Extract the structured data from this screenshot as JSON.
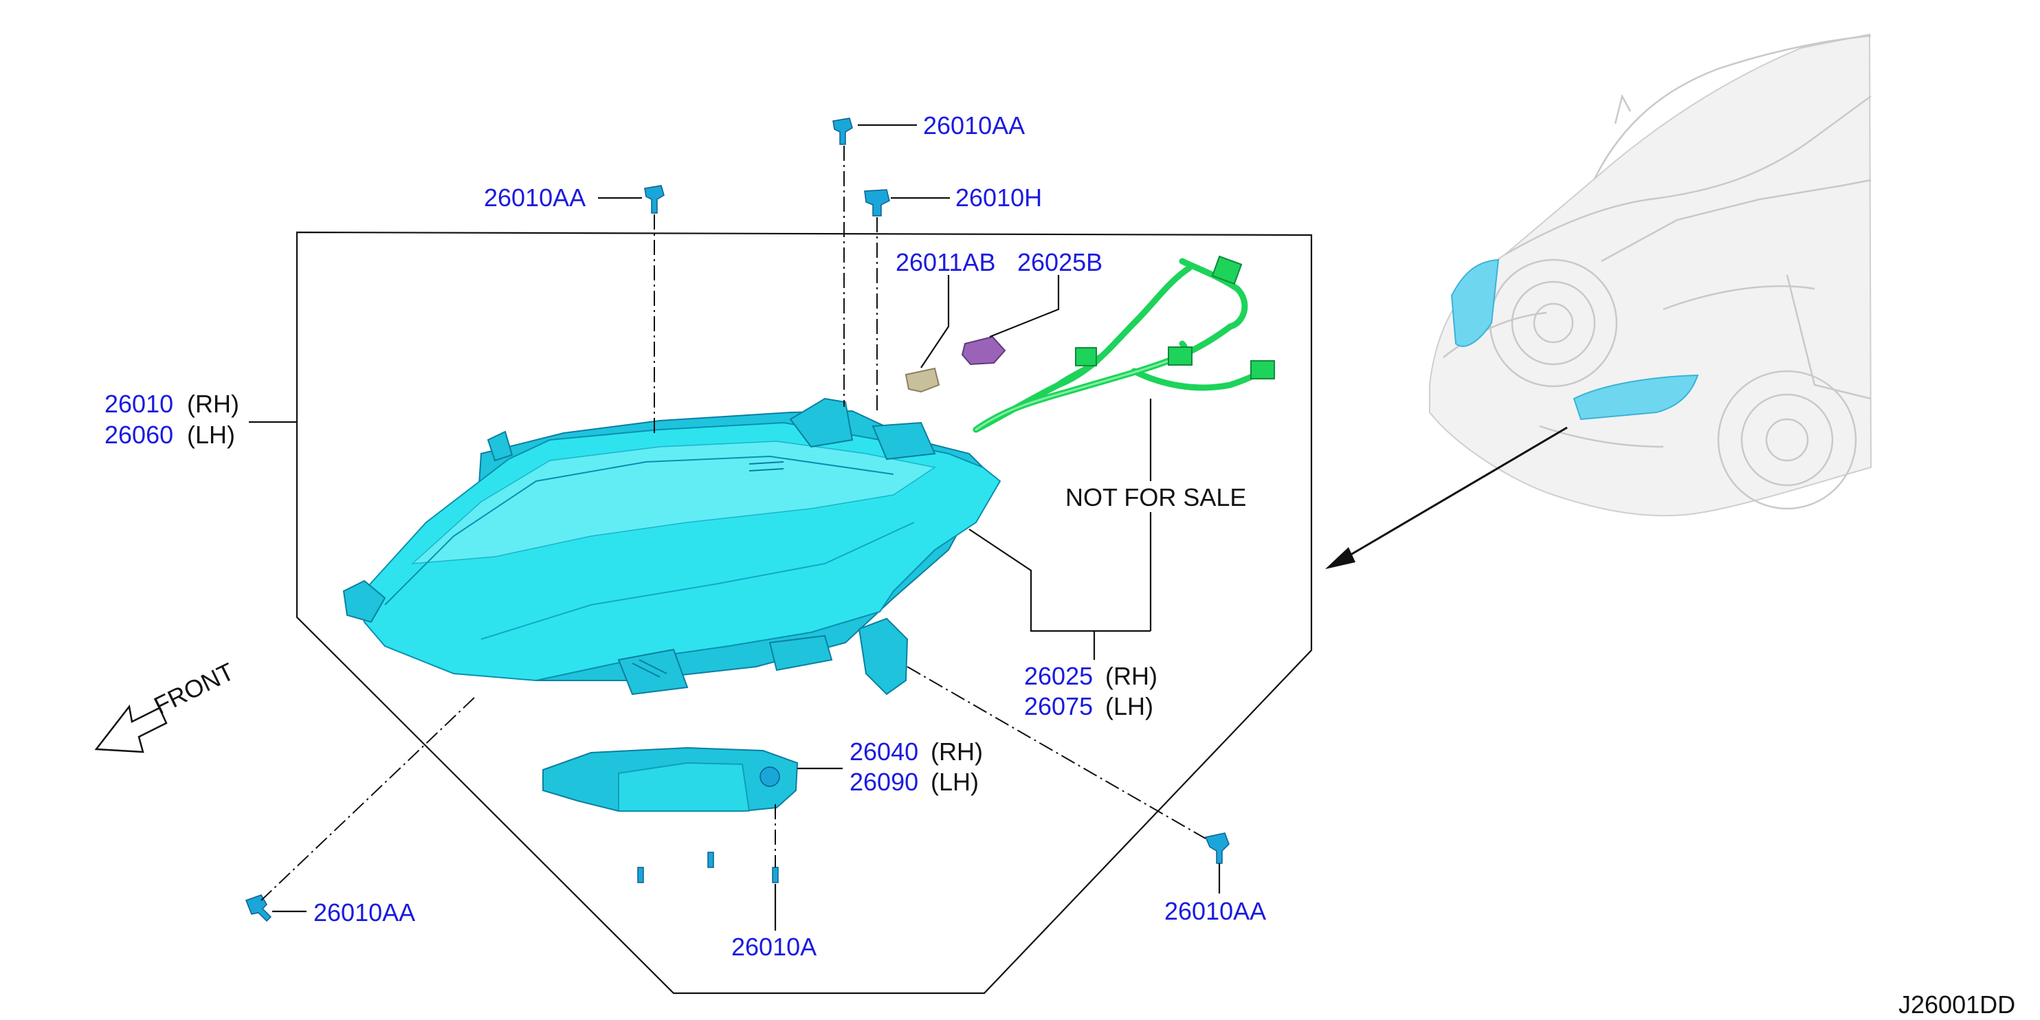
{
  "diagram": {
    "code": "J26001DD",
    "note": "NOT FOR SALE",
    "front_label": "FRONT"
  },
  "parts": {
    "bolt_top": "26010AA",
    "bolt_left_top": "26010AA",
    "clip_top": "26010H",
    "bracket": "26011AB",
    "bulb": "26025B",
    "headlamp": {
      "rh": "26010",
      "lh": "26060",
      "rh_sfx": "(RH)",
      "lh_sfx": "(LH)"
    },
    "harness": {
      "rh": "26025",
      "lh": "26075",
      "rh_sfx": "(RH)",
      "lh_sfx": "(LH)"
    },
    "module": {
      "rh": "26040",
      "lh": "26090",
      "rh_sfx": "(RH)",
      "lh_sfx": "(LH)"
    },
    "bolt_bottom_left": "26010AA",
    "screw_bottom": "26010A",
    "bolt_bottom_right": "26010AA"
  },
  "colors": {
    "part_number": "#1a1ae0",
    "headlamp": "#2ee3ee",
    "harness": "#1dd35a",
    "bulb": "#9a63b8",
    "bracket": "#c8c09a"
  }
}
